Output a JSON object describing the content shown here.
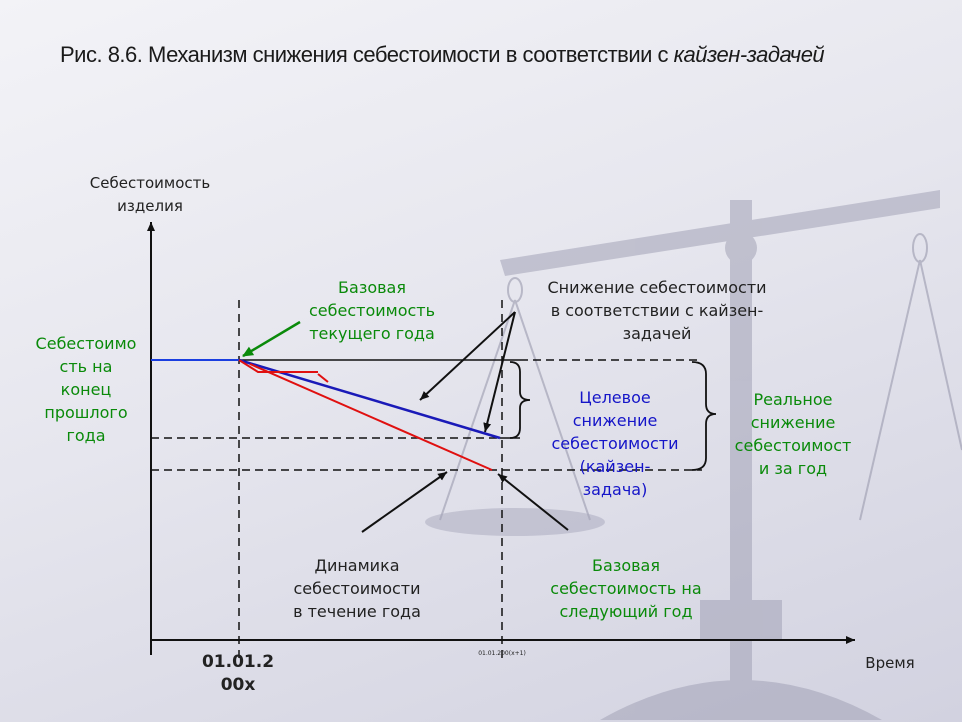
{
  "title": {
    "main": "Рис. 8.6. Механизм снижения себестоимости в соответствии с ",
    "italic": "кайзен-задачей"
  },
  "axes": {
    "y_label": "Себестоимость\nизделия",
    "x_label": "Время",
    "x_tick_start": "01.01.2\n00х",
    "x_tick_end": "01.01.200(х+1)"
  },
  "labels": {
    "cost_end_prev_year": "Себестоимо\nсть на\nконец\nпрошлого\nгода",
    "base_cost_current_year": "Базовая\nсебестоимость\nтекущего года",
    "reduction_kaizen": "Снижение себестоимости\nв соответствии с кайзен-\nзадачей",
    "target_reduction": "Целевое\nснижение\nсебестоимости\n(кайзен-\nзадача)",
    "real_reduction": "Реальное\nснижение\nсебестоимост\nи за год",
    "cost_dynamics": "Динамика\nсебестоимости\nв течение года",
    "base_cost_next_year": "Базовая\nсебестоимость на\nследующий год"
  },
  "colors": {
    "axis": "#111111",
    "base_line": "#1a3ee0",
    "target_line": "#1a1ab8",
    "actual_line": "#e01010",
    "green_text": "#0a8a0a",
    "blue_text": "#1515c8",
    "scales_silhouette": "#9a9aae"
  },
  "icons": {
    "arrow": "arrow-icon",
    "bracket": "curly-brace-icon",
    "background": "balance-scales-icon"
  }
}
